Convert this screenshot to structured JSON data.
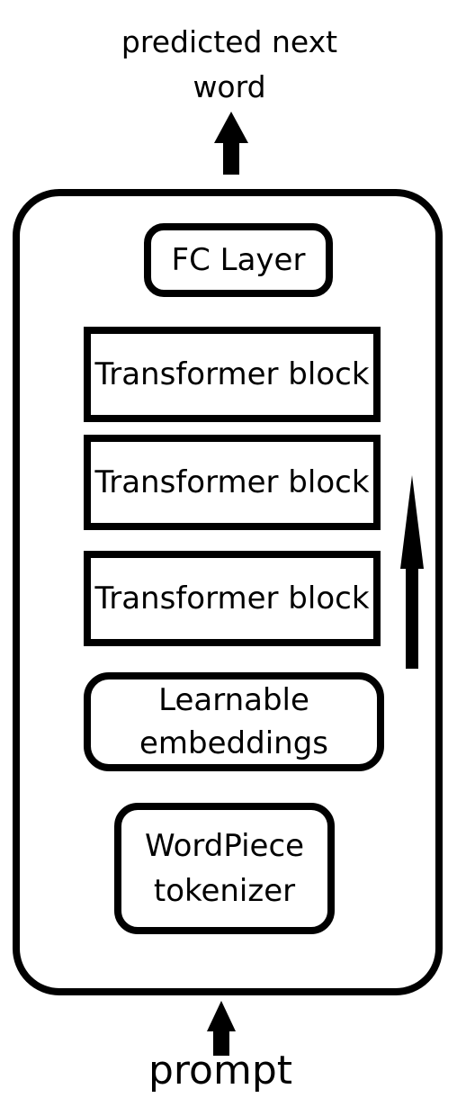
{
  "diagram": {
    "output": {
      "label": "predicted next word"
    },
    "components": {
      "fc_layer": "FC Layer",
      "transformer_blocks": [
        "Transformer block",
        "Transformer block",
        "Transformer block"
      ],
      "embeddings": "Learnable embeddings",
      "tokenizer": "WordPiece tokenizer"
    },
    "input": {
      "label": "prompt"
    },
    "colors": {
      "stroke": "#000000",
      "background": "#ffffff"
    }
  }
}
